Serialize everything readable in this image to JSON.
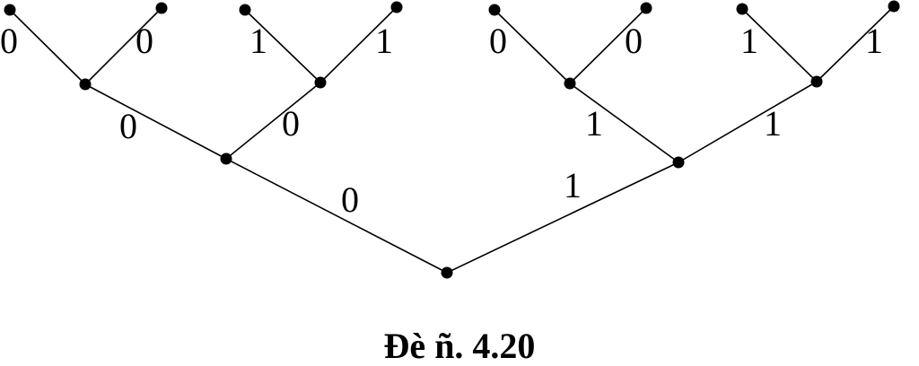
{
  "caption": "Ðè ñ. 4.20",
  "tree": {
    "nodes": [
      {
        "id": "root"
      },
      {
        "id": "n0"
      },
      {
        "id": "n1"
      },
      {
        "id": "n00"
      },
      {
        "id": "n01"
      },
      {
        "id": "n10"
      },
      {
        "id": "n11"
      },
      {
        "id": "n000"
      },
      {
        "id": "n001"
      },
      {
        "id": "n010"
      },
      {
        "id": "n011"
      },
      {
        "id": "n100"
      },
      {
        "id": "n101"
      },
      {
        "id": "n110"
      },
      {
        "id": "n111"
      }
    ],
    "edges": [
      {
        "from": "root",
        "to": "n0",
        "label": "0"
      },
      {
        "from": "root",
        "to": "n1",
        "label": "1"
      },
      {
        "from": "n0",
        "to": "n00",
        "label": "0"
      },
      {
        "from": "n0",
        "to": "n01",
        "label": "0"
      },
      {
        "from": "n1",
        "to": "n10",
        "label": "1"
      },
      {
        "from": "n1",
        "to": "n11",
        "label": "1"
      },
      {
        "from": "n00",
        "to": "n000",
        "label": "0"
      },
      {
        "from": "n00",
        "to": "n001",
        "label": "0"
      },
      {
        "from": "n01",
        "to": "n010",
        "label": "1"
      },
      {
        "from": "n01",
        "to": "n011",
        "label": "1"
      },
      {
        "from": "n10",
        "to": "n100",
        "label": "0"
      },
      {
        "from": "n10",
        "to": "n101",
        "label": "0"
      },
      {
        "from": "n11",
        "to": "n110",
        "label": "1"
      },
      {
        "from": "n11",
        "to": "n111",
        "label": "1"
      }
    ]
  }
}
